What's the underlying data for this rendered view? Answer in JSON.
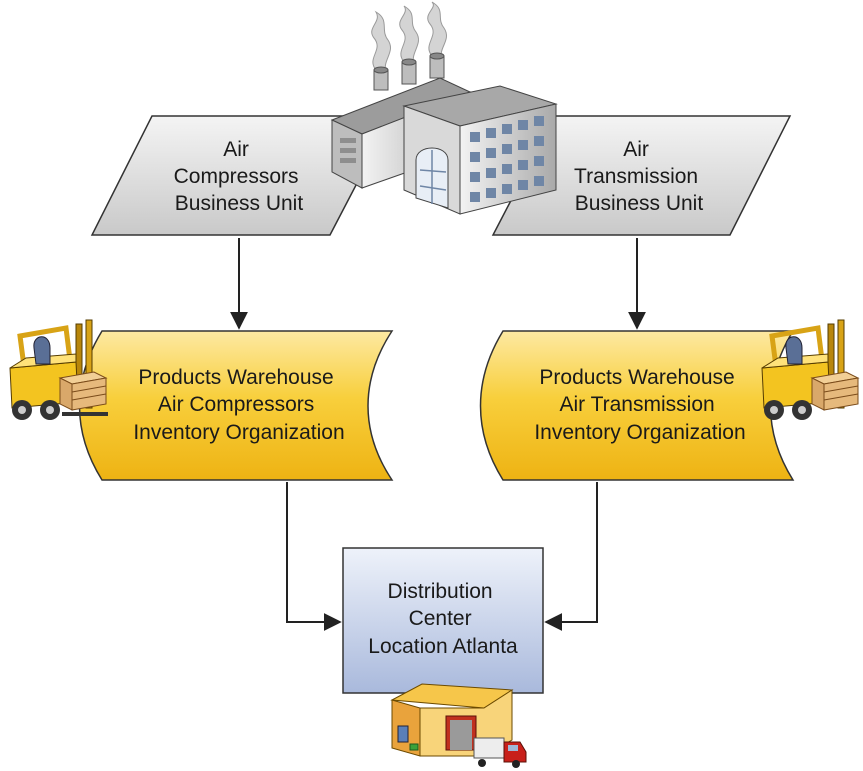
{
  "diagram": {
    "business_units": [
      {
        "lines": [
          "Air",
          "Compressors",
          "Business Unit"
        ]
      },
      {
        "lines": [
          "Air",
          "Transmission",
          "Business Unit"
        ]
      }
    ],
    "inventory_orgs": [
      {
        "lines": [
          "Products Warehouse",
          "Air Compressors",
          "Inventory Organization"
        ]
      },
      {
        "lines": [
          "Products Warehouse",
          "Air Transmission",
          "Inventory Organization"
        ]
      }
    ],
    "location": {
      "lines": [
        "Distribution",
        "Center",
        "Location Atlanta"
      ]
    },
    "icons": {
      "factory": "factory-icon",
      "forklift": "forklift-icon",
      "distribution_center": "distribution-center-icon"
    },
    "colors": {
      "bu_fill": "#dcdcdc",
      "org_fill": "#f6c21a",
      "location_fill": "#c7d3ea",
      "stroke": "#333333"
    }
  }
}
